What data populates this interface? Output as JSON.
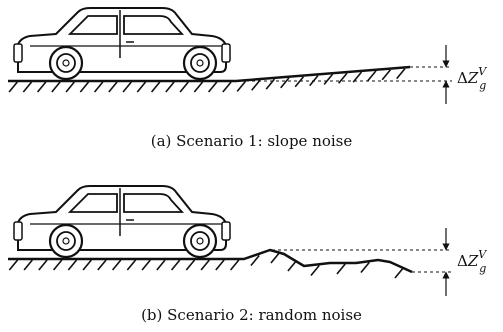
{
  "figure": {
    "panels": [
      {
        "caption": "(a) Scenario 1: slope noise",
        "offset_label": {
          "delta": "Δ",
          "var": "Z",
          "sub": "g",
          "sup": "V"
        }
      },
      {
        "caption": "(b) Scenario 2: random noise",
        "offset_label": {
          "delta": "Δ",
          "var": "Z",
          "sub": "g",
          "sup": "V"
        }
      }
    ]
  }
}
